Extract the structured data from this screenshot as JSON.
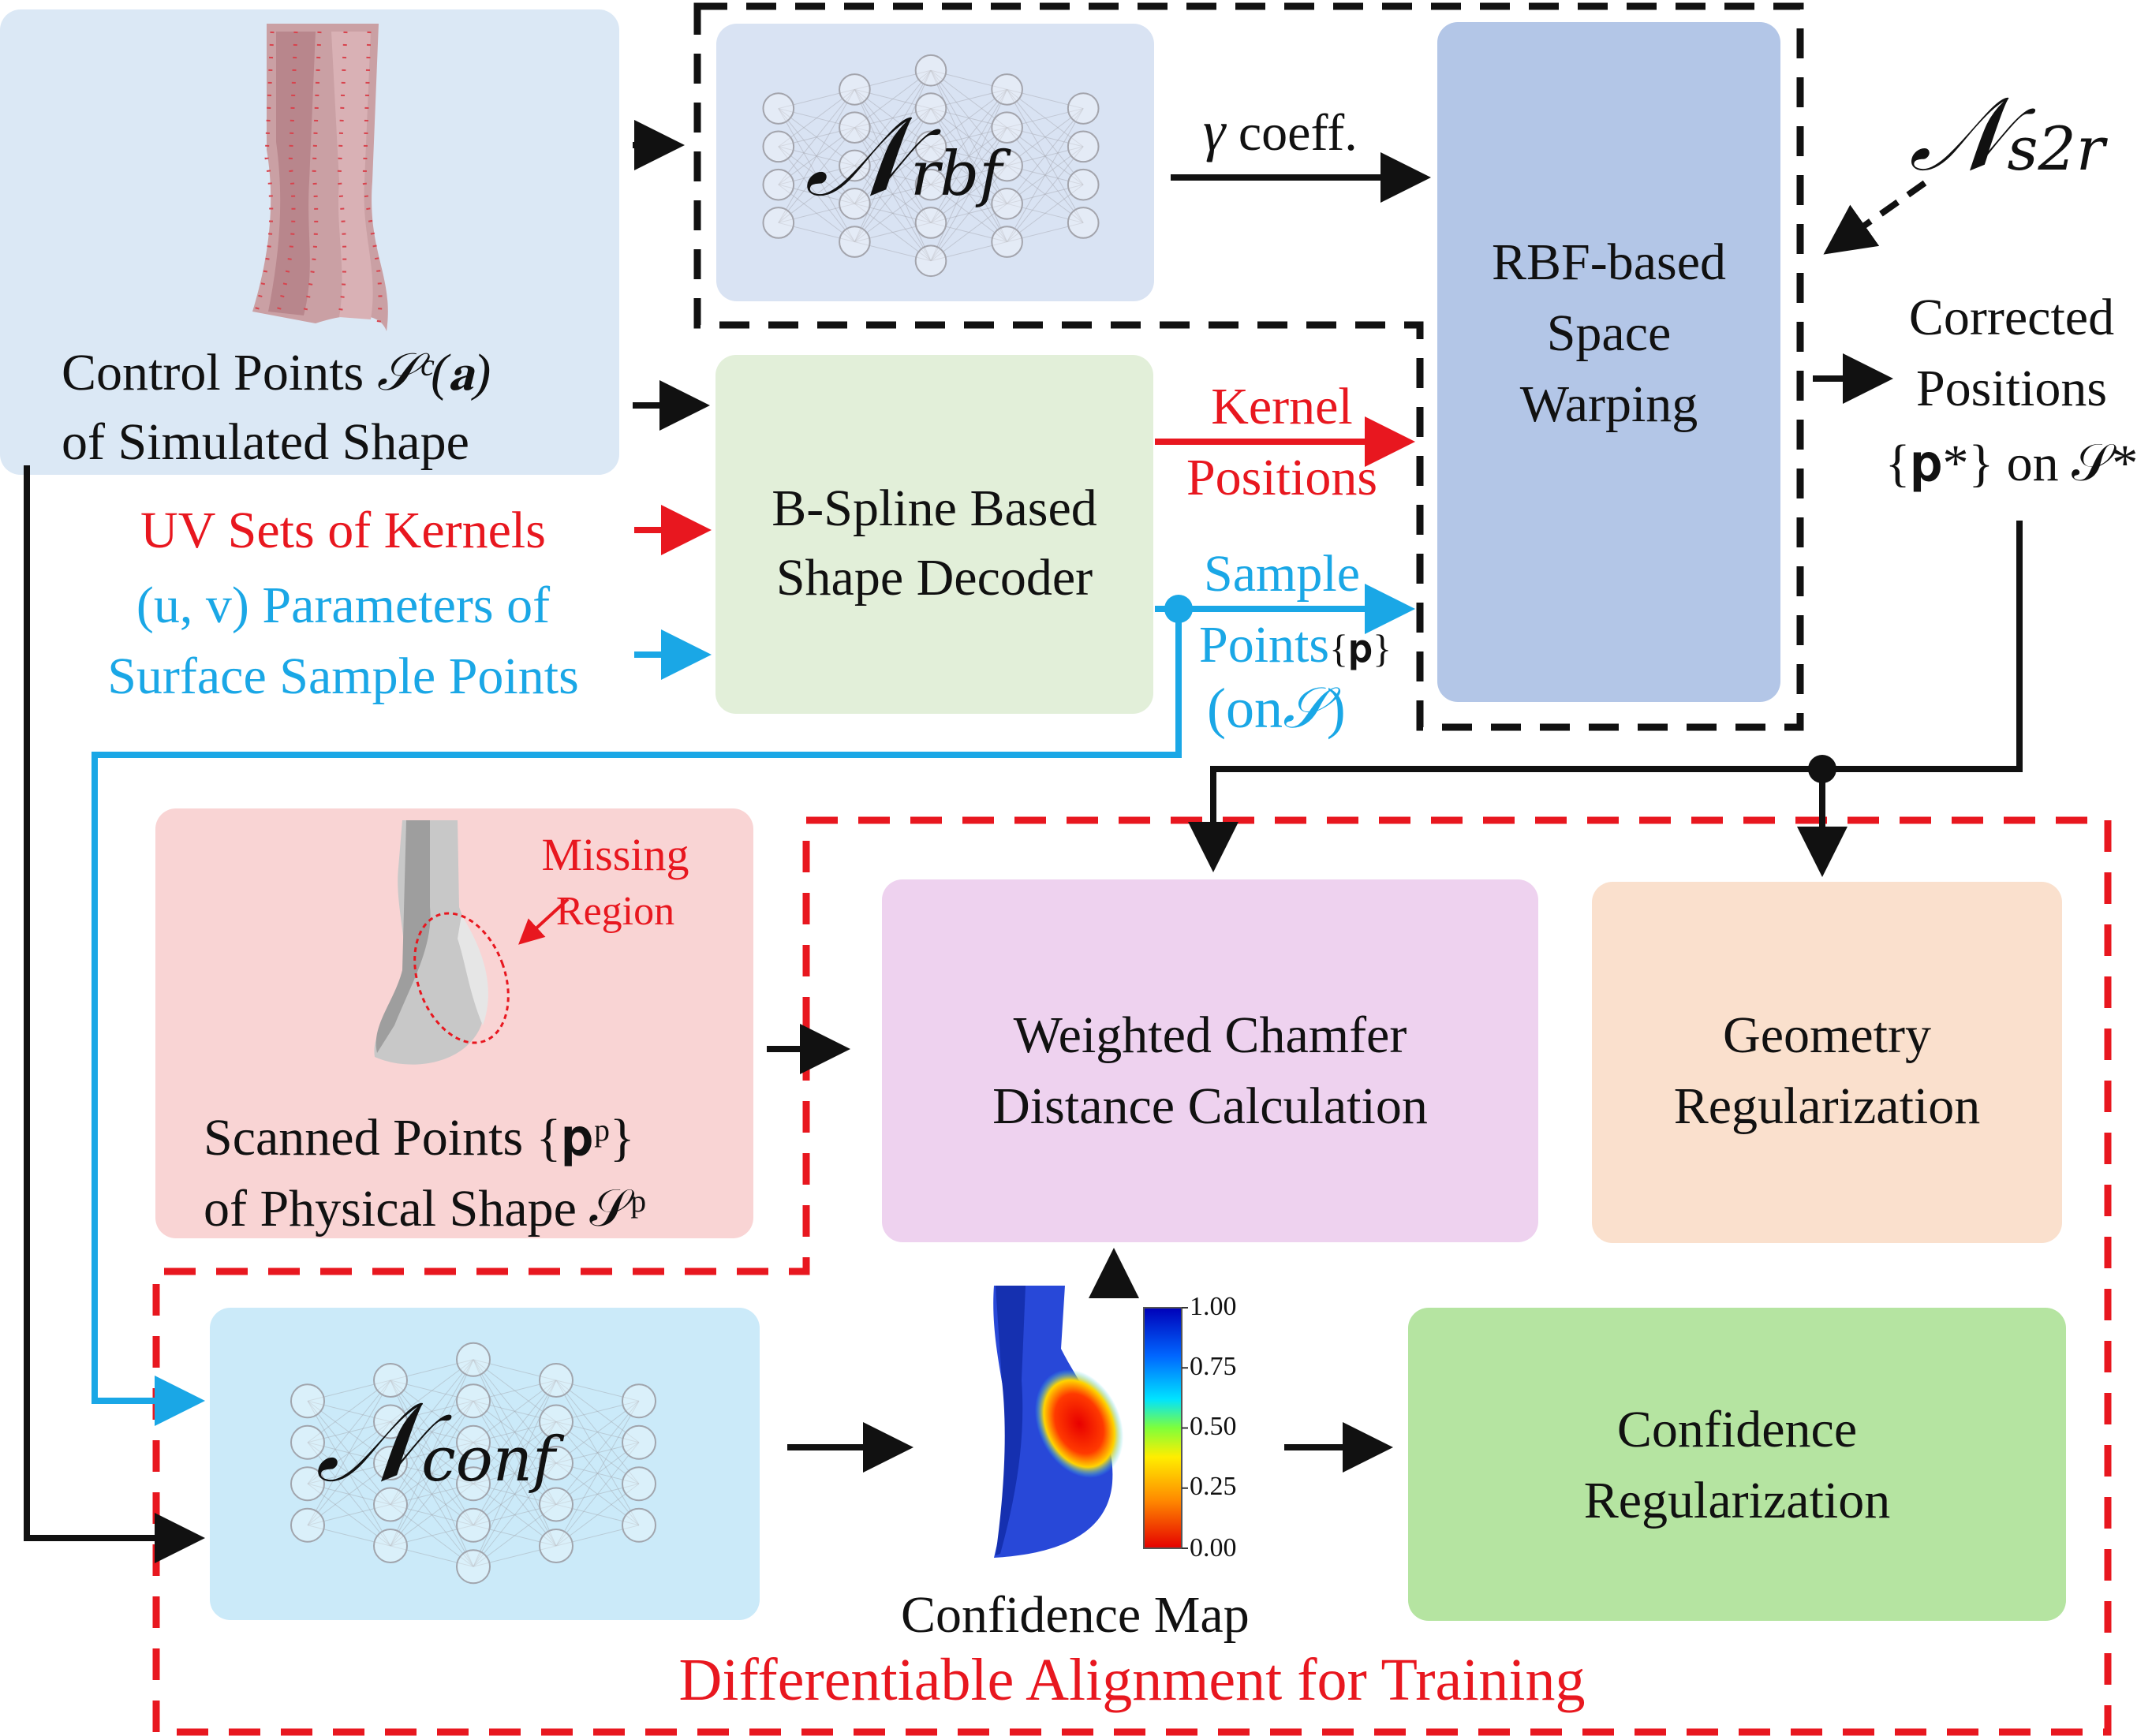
{
  "colors": {
    "black": "#111111",
    "red": "#e8171f",
    "blue": "#1aa7e6",
    "box_control": "#dbe8f5",
    "box_nrbf": "#d9e3f3",
    "box_rbf": "#b3c6e7",
    "box_decoder": "#e2efd9",
    "box_scanned": "#f9d4d4",
    "box_chamfer": "#eed2ef",
    "box_geometry": "#fae0cd",
    "box_nconf": "#cbeaf9",
    "box_confreg": "#b5e4a1"
  },
  "control": {
    "line1": "Control Points",
    "sym": "𝒮ᶜ(𝐚)",
    "line2": "of Simulated Shape"
  },
  "inputs": {
    "uv_kernels": "UV Sets of Kernels",
    "uv_params_1": "(u, v) Parameters of",
    "uv_params_2": "Surface Sample Points"
  },
  "nrbf": {
    "symbol": "𝒩",
    "sub": "rbf"
  },
  "gamma": {
    "sym": "γ",
    "text": "coeff."
  },
  "decoder": {
    "line1": "B-Spline Based",
    "line2": "Shape Decoder"
  },
  "kernel": {
    "line1": "Kernel",
    "line2": "Positions"
  },
  "sample": {
    "line1": "Sample",
    "line2": "Points",
    "set": "{𝐩}",
    "on_open": "(on",
    "on_sym": "𝒮",
    "on_close": ")"
  },
  "rbf": {
    "line1": "RBF-based",
    "line2": "Space",
    "line3": "Warping"
  },
  "ns2r": {
    "symbol": "𝒩",
    "sub": "s2r"
  },
  "corrected": {
    "line1": "Corrected",
    "line2": "Positions",
    "line3": "{𝐩*} on 𝒮*"
  },
  "scanned": {
    "missing1": "Missing",
    "missing2": "Region",
    "line1": "Scanned Points {𝐩ᵖ}",
    "line2": "of Physical Shape  𝒮ᵖ"
  },
  "chamfer": {
    "line1": "Weighted  Chamfer",
    "line2": "Distance Calculation"
  },
  "geometry": {
    "line1": "Geometry",
    "line2": "Regularization"
  },
  "nconf": {
    "symbol": "𝒩",
    "sub": "conf"
  },
  "confmap": {
    "label": "Confidence Map",
    "ticks": [
      "1.00",
      "0.75",
      "0.50",
      "0.25",
      "0.00"
    ]
  },
  "confreg": {
    "line1": "Confidence",
    "line2": "Regularization"
  },
  "footer": "Differentiable Alignment for Training"
}
